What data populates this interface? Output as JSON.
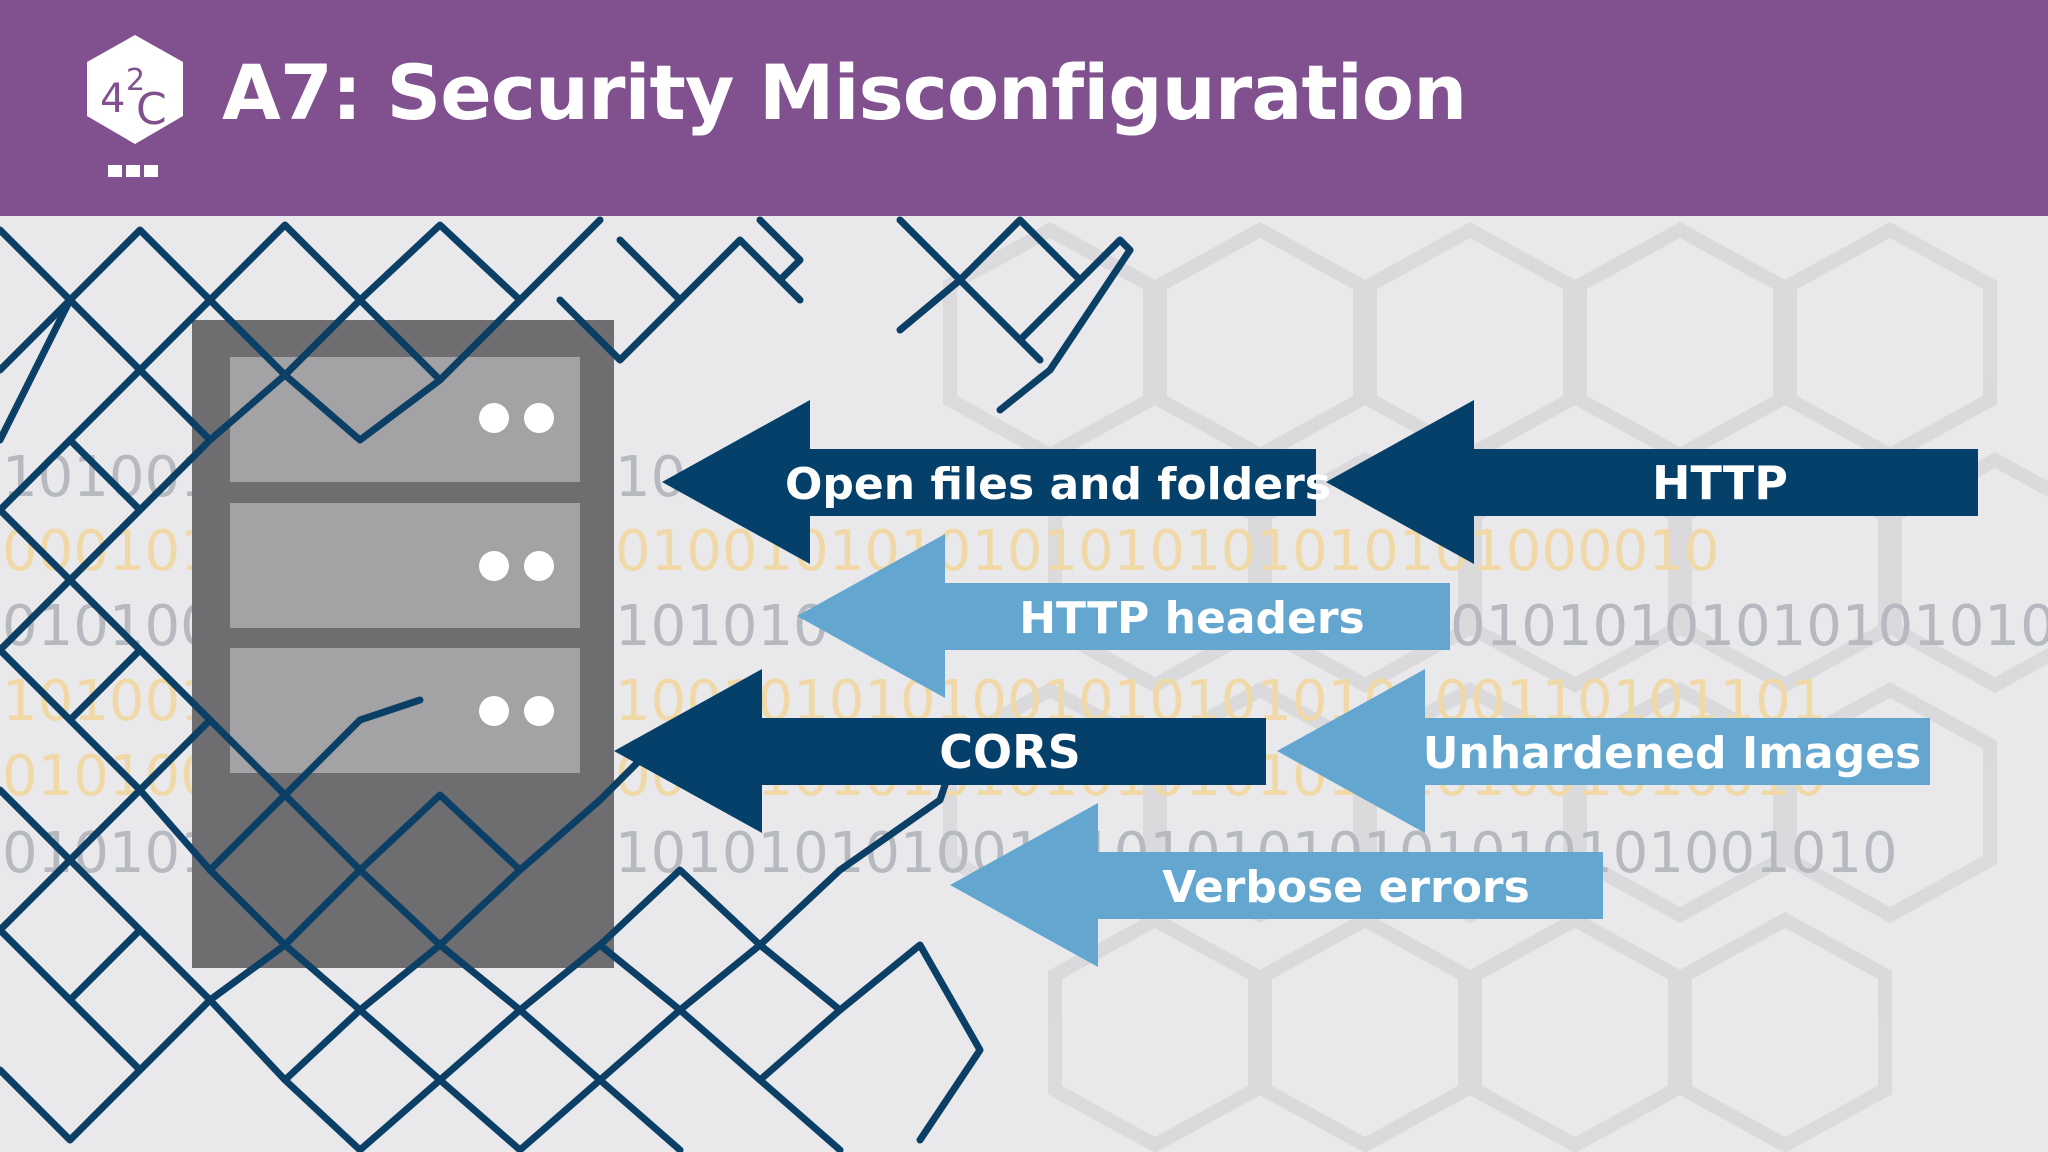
{
  "header": {
    "title": "A7: Security Misconfiguration",
    "logo_text_top": "2",
    "logo_text_left": "4",
    "logo_text_right": "C"
  },
  "colors": {
    "header_bg": "#80508f",
    "dark_arrow": "#05406a",
    "light_arrow": "#63a6d0",
    "fence": "#0b3f66",
    "server_body": "#6e6e70",
    "server_panel": "#a3a3a5",
    "binary_gray": "#b6b9bf",
    "binary_yellow": "#f0d9a6"
  },
  "binary_rows": {
    "row1_left": "101001",
    "row1_mid": "10",
    "row2_left": "000101",
    "row2_mid": "0100101010101010101010101000010",
    "row3_left": "010100",
    "row3_mid": "101010",
    "row3_right": "01010101010101010",
    "row4_left": "101001",
    "row4_mid": "1001010101001010101010100110101101",
    "row5_left": "010100",
    "row5_mid": "0010101010101010101010101001010010",
    "row6_left": "010101",
    "row6_mid": "101010101001010101010101010101001010"
  },
  "arrows": [
    {
      "label": "Open files and folders",
      "style": "dark"
    },
    {
      "label": "HTTP",
      "style": "dark"
    },
    {
      "label": "HTTP headers",
      "style": "light"
    },
    {
      "label": "CORS",
      "style": "dark"
    },
    {
      "label": "Unhardened Images",
      "style": "light"
    },
    {
      "label": "Verbose errors",
      "style": "light"
    }
  ]
}
